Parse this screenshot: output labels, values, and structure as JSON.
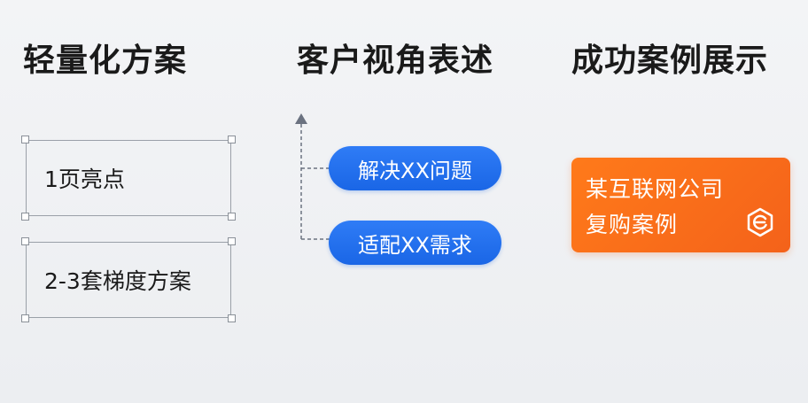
{
  "columns": {
    "left": {
      "title": "轻量化方案",
      "boxes": [
        "1页亮点",
        "2-3套梯度方案"
      ]
    },
    "middle": {
      "title": "客户视角表述",
      "pills": [
        "解决XX问题",
        "适配XX需求"
      ]
    },
    "right": {
      "title": "成功案例展示",
      "card": {
        "line1": "某互联网公司",
        "line2": "复购案例",
        "icon": "renew-hexagon-icon"
      }
    }
  },
  "colors": {
    "pill": "#1a66e6",
    "card": "#f4621a",
    "frame": "#9aa0a8",
    "connector": "#6b7280"
  }
}
